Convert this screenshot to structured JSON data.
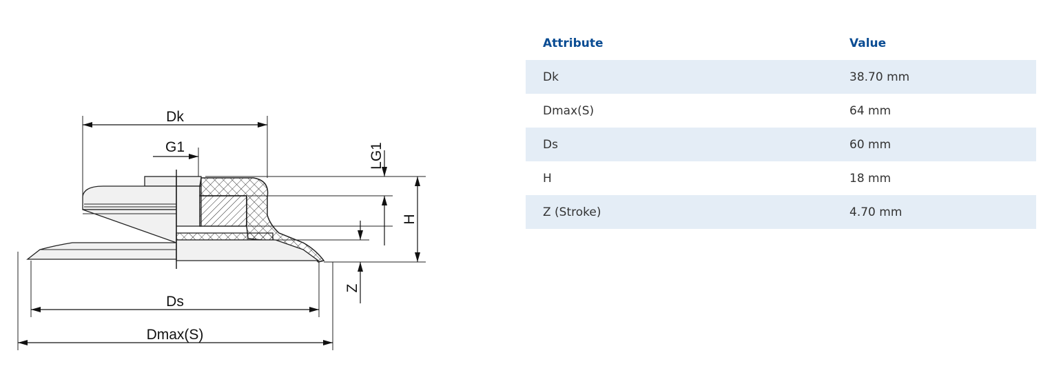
{
  "drawing": {
    "labels": {
      "dk": "Dk",
      "g1": "G1",
      "lg1": "LG1",
      "h": "H",
      "z": "Z",
      "ds": "Ds",
      "dmax": "Dmax(S)"
    }
  },
  "table": {
    "headers": {
      "attribute": "Attribute",
      "value": "Value"
    },
    "rows": [
      {
        "attribute": "Dk",
        "value": "38.70 mm"
      },
      {
        "attribute": "Dmax(S)",
        "value": "64 mm"
      },
      {
        "attribute": "Ds",
        "value": "60 mm"
      },
      {
        "attribute": "H",
        "value": "18 mm"
      },
      {
        "attribute": "Z (Stroke)",
        "value": "4.70 mm"
      }
    ]
  },
  "colors": {
    "header_text": "#0a4c93",
    "row_stripe": "#e4edf6",
    "body_text": "#333333"
  }
}
